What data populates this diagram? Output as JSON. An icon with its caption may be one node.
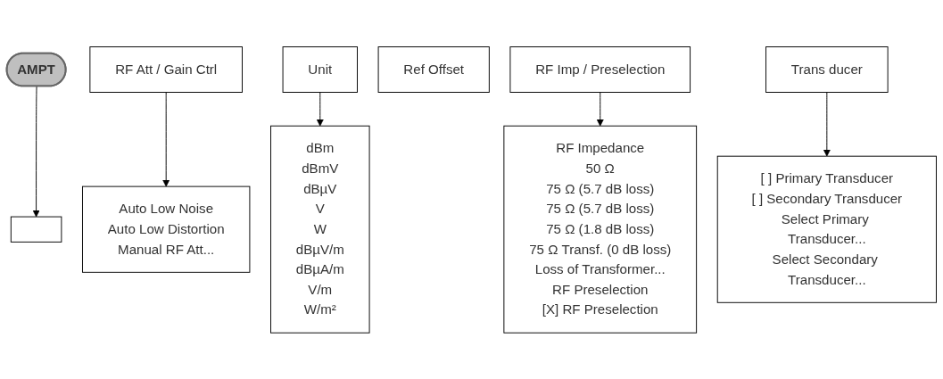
{
  "diagram": {
    "nodes": [
      {
        "text": [
          "AMPT"
        ]
      },
      {
        "text": [],
        "shape": "box"
      },
      {
        "text": [
          "RF Att / Gain Ctrl"
        ]
      },
      {
        "text": [
          "Unit"
        ]
      },
      {
        "text": [
          "Ref Offset"
        ]
      },
      {
        "text": [
          "RF Imp / Preselection"
        ]
      },
      {
        "text": [
          "Trans ducer"
        ]
      },
      {
        "text": [
          "Auto Low Noise",
          "Auto Low Distortion",
          "Manual RF Att..."
        ]
      },
      {
        "text": [
          "dBm",
          "dBmV",
          "dBµV",
          "V",
          "W",
          "dBµV/m",
          "dBµA/m",
          "V/m",
          "W/m²"
        ]
      },
      {
        "text": [
          "[ ] Primary Transducer",
          "[ ] Secondary Transducer",
          "Select Primary Transducer...",
          "Select Secondary Transducer..."
        ]
      },
      {
        "text": [
          "RF Impedance",
          "50 Ω",
          "75 Ω (5.7 dB loss)",
          "75 Ω (5.7 dB loss)",
          "75 Ω (1.8 dB loss)",
          "75 Ω Transf. (0 dB loss)",
          "Loss of Transformer...",
          "RF Preselection",
          "[X] RF Preselection"
        ]
      }
    ],
    "edges": [
      {
        "from": 0,
        "to": 1,
        "arrow": "to"
      },
      {
        "from": 2,
        "to": 7,
        "arrow": "to"
      },
      {
        "from": 3,
        "to": 8,
        "arrow": "to"
      },
      {
        "from": 6,
        "to": 9,
        "arrow": "to"
      },
      {
        "from": 5,
        "to": 10,
        "arrow": "to"
      }
    ]
  }
}
